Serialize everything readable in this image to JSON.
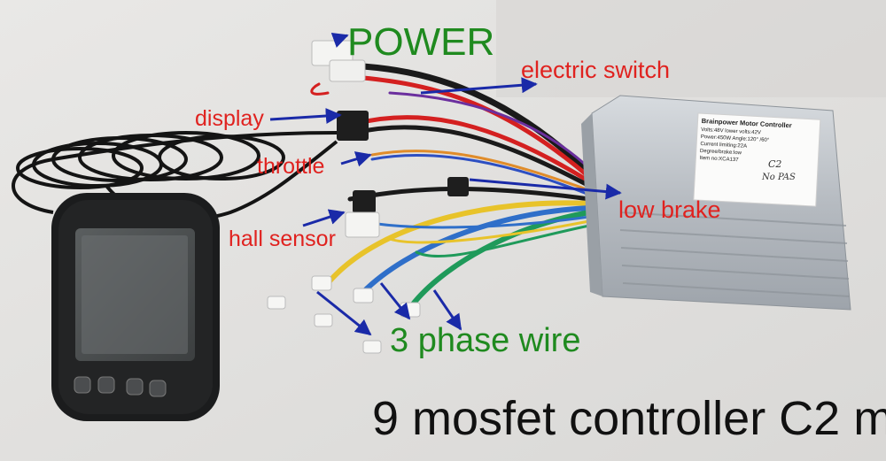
{
  "labels": {
    "power": "POWER",
    "electric_switch": "electric switch",
    "display": "display",
    "throttle": "throttle",
    "hall_sensor": "hall sensor",
    "low_brake": "low brake",
    "phase_wire": "3 phase wire",
    "caption": "9 mosfet controller C2 m"
  },
  "controller_sticker": {
    "title": "Brainpower Motor Controller",
    "line1": "Volts:48V   lower volts:42V",
    "line2": "Power:450W  Angle:120°  /60°",
    "line3": "Current limiting:22A",
    "line4": "Degree/brake:low",
    "line5": "Item no:XCA137",
    "handwriting1": "C2",
    "handwriting2": "No PAS"
  },
  "colors": {
    "label_red": "#e0221f",
    "label_green": "#1f8a1f",
    "arrow_blue": "#1a2aa8",
    "background": "#e4e3e1",
    "controller": "#b9bec4"
  },
  "display_buttons": [
    {
      "name": "up-button"
    },
    {
      "name": "mode-button"
    },
    {
      "name": "down-button"
    },
    {
      "name": "power-button"
    }
  ]
}
